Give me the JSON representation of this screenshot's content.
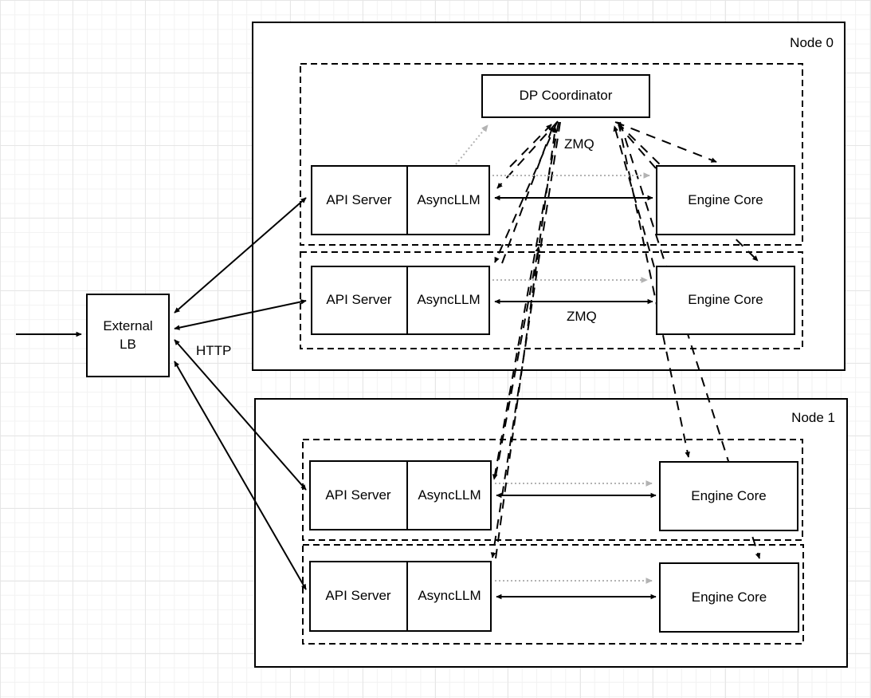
{
  "diagram": {
    "title_context": "Data-parallel serving deployment with external load balancer",
    "external_lb": {
      "line1": "External",
      "line2": "LB"
    },
    "dp_coordinator": {
      "label": "DP Coordinator"
    },
    "node_labels": {
      "node0": "Node 0",
      "node1": "Node 1"
    },
    "box_labels": {
      "api_server": "API Server",
      "asyncllm": "AsyncLLM",
      "engine_core": "Engine Core"
    },
    "edge_labels": {
      "http": "HTTP",
      "zmq_coordinator": "ZMQ",
      "zmq_row2": "ZMQ"
    },
    "colors": {
      "stroke": "#000000",
      "gray_arrow": "#b3b3b3",
      "box_fill": "#ffffff",
      "node_fill": "#ffffff"
    }
  }
}
